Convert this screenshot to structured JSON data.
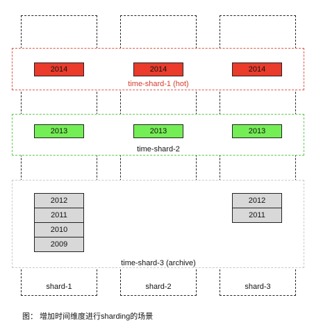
{
  "shards": [
    {
      "label": "shard-1"
    },
    {
      "label": "shard-2"
    },
    {
      "label": "shard-3"
    }
  ],
  "groups": {
    "hot": {
      "label": "time-shard-1 (hot)",
      "years": [
        "2014",
        "2014",
        "2014"
      ]
    },
    "mid": {
      "label": "time-shard-2",
      "years": [
        "2013",
        "2013",
        "2013"
      ]
    },
    "archive": {
      "label": "time-shard-3 (archive)",
      "shard1_years": [
        "2012",
        "2011",
        "2010",
        "2009"
      ],
      "shard3_years": [
        "2012",
        "2011"
      ]
    }
  },
  "caption": "图：  增加时间维度进行sharding的场景",
  "colors": {
    "hot_fill": "#ea3b2b",
    "mid_fill": "#74ee55",
    "archive_fill": "#d8d8d8",
    "hot_border": "#e0574a",
    "mid_border": "#5cc84a",
    "archive_border": "#c9c9c9"
  }
}
